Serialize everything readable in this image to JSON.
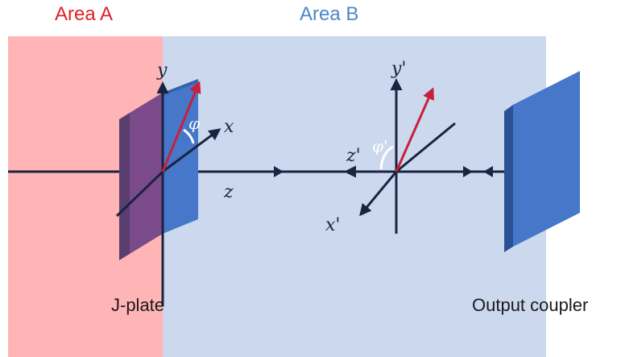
{
  "areas": {
    "a": {
      "label": "Area A",
      "label_color": "#e0202a",
      "fill": "#ffb5b5"
    },
    "b": {
      "label": "Area B",
      "label_color": "#4f86c6",
      "fill": "#cbd8ee"
    }
  },
  "components": {
    "jplate": {
      "label": "J-plate"
    },
    "output_coupler": {
      "label": "Output coupler"
    }
  },
  "axes_left": {
    "x": "x",
    "y": "y",
    "z": "z",
    "angle": "φ"
  },
  "axes_right": {
    "x": "x'",
    "y": "y'",
    "z": "z'",
    "angle": "φ'"
  },
  "colors": {
    "beam": "#1a2440",
    "polarization_arrow": "#c8203a",
    "plate_face": "#4677c8",
    "plate_edge": "#2c5196",
    "jplate_overlap": "#7a4a8a",
    "angle_arc": "#ffffff"
  }
}
